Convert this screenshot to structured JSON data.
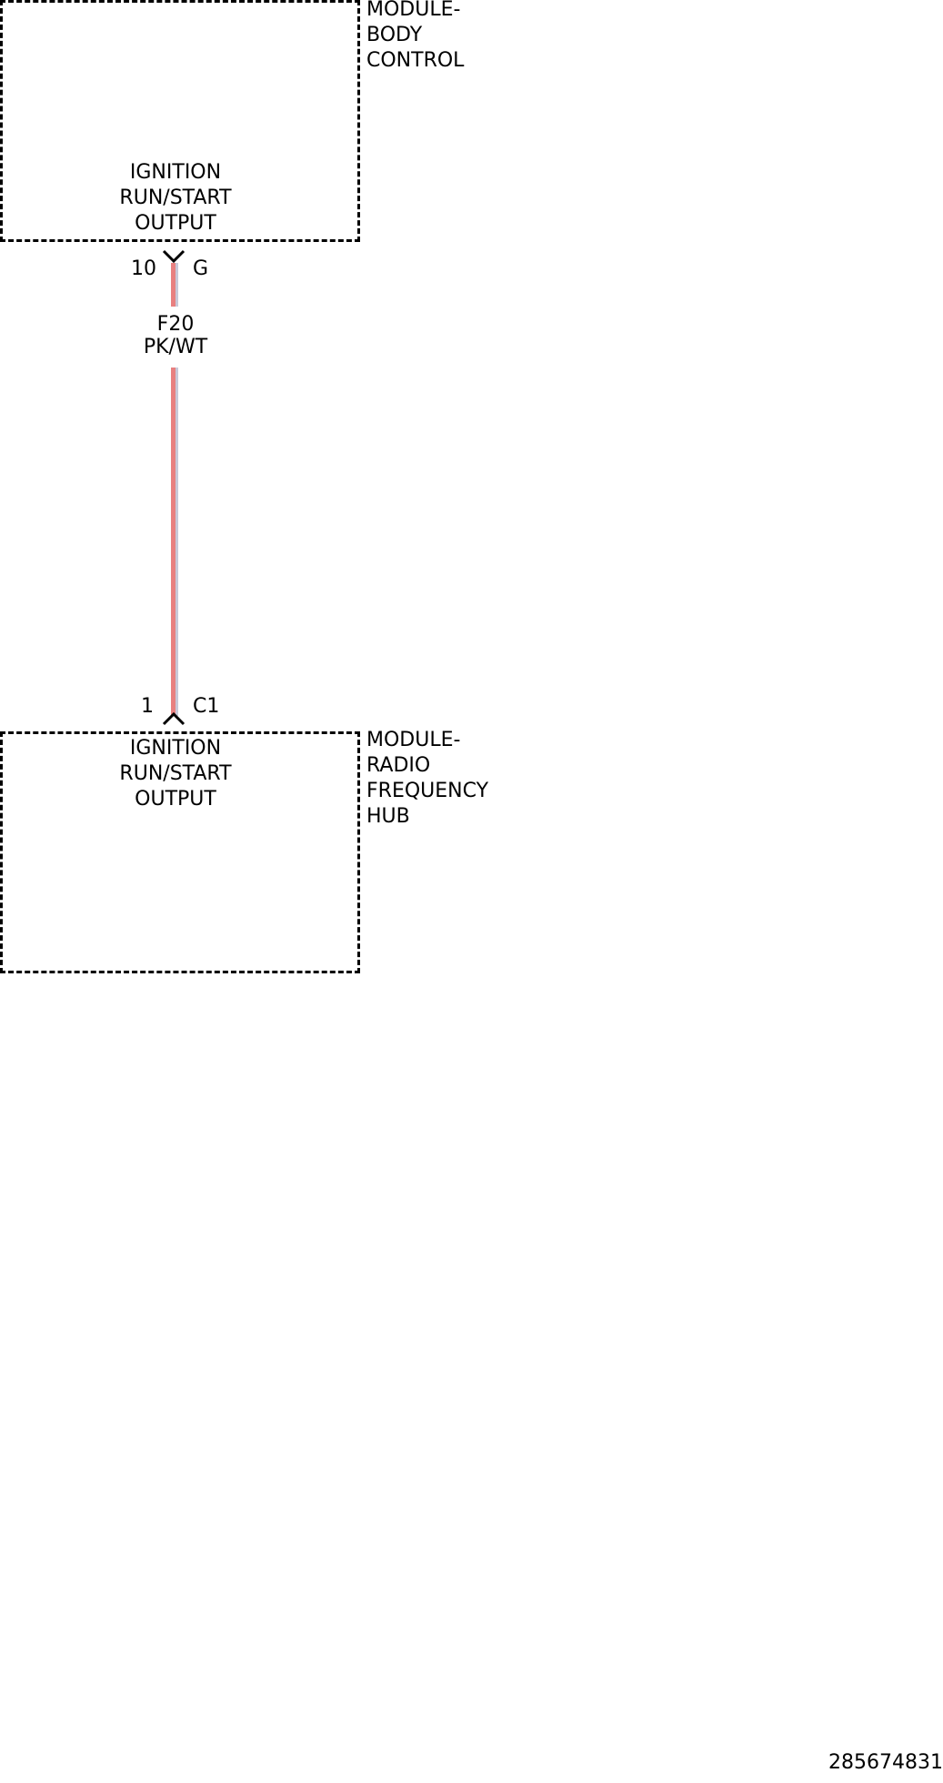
{
  "top_module": {
    "name_lines": [
      "MODULE-",
      "BODY",
      "CONTROL"
    ],
    "pin_function_lines": [
      "IGNITION",
      "RUN/START",
      "OUTPUT"
    ],
    "pin": "10",
    "connector": "G"
  },
  "wire": {
    "circuit": "F20",
    "color_code": "PK/WT",
    "colors": {
      "primary": "#e88080",
      "tracer": "#c8c8d8"
    }
  },
  "bottom_module": {
    "name_lines": [
      "MODULE-",
      "RADIO",
      "FREQUENCY",
      "HUB"
    ],
    "pin_function_lines": [
      "IGNITION",
      "RUN/START",
      "OUTPUT"
    ],
    "pin": "1",
    "connector": "C1"
  },
  "figure_id": "285674831"
}
